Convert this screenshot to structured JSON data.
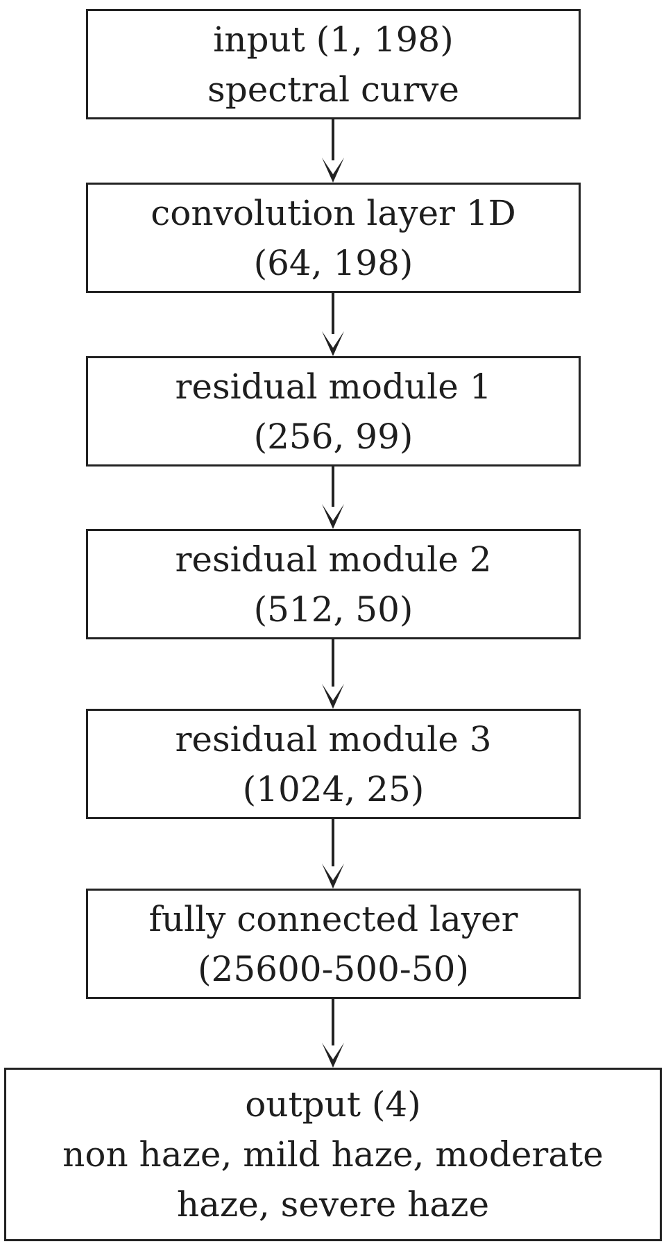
{
  "nodes": [
    {
      "id": "input",
      "lines": [
        "input (1, 198)",
        "spectral curve"
      ]
    },
    {
      "id": "conv",
      "lines": [
        "convolution layer 1D",
        "(64, 198)"
      ]
    },
    {
      "id": "res1",
      "lines": [
        "residual module 1",
        "(256, 99)"
      ]
    },
    {
      "id": "res2",
      "lines": [
        "residual module 2",
        "(512, 50)"
      ]
    },
    {
      "id": "res3",
      "lines": [
        "residual module 3",
        "(1024, 25)"
      ]
    },
    {
      "id": "fc",
      "lines": [
        "fully connected layer",
        "(25600-500-50)"
      ]
    },
    {
      "id": "output",
      "lines": [
        "output (4)",
        "non haze, mild haze, moderate",
        "haze, severe haze"
      ]
    }
  ],
  "edges": [
    {
      "from": "input",
      "to": "conv"
    },
    {
      "from": "conv",
      "to": "res1"
    },
    {
      "from": "res1",
      "to": "res2"
    },
    {
      "from": "res2",
      "to": "res3"
    },
    {
      "from": "res3",
      "to": "fc"
    },
    {
      "from": "fc",
      "to": "output"
    }
  ],
  "colors": {
    "stroke": "#222222",
    "text": "#1e1e1e",
    "background": "#ffffff"
  }
}
